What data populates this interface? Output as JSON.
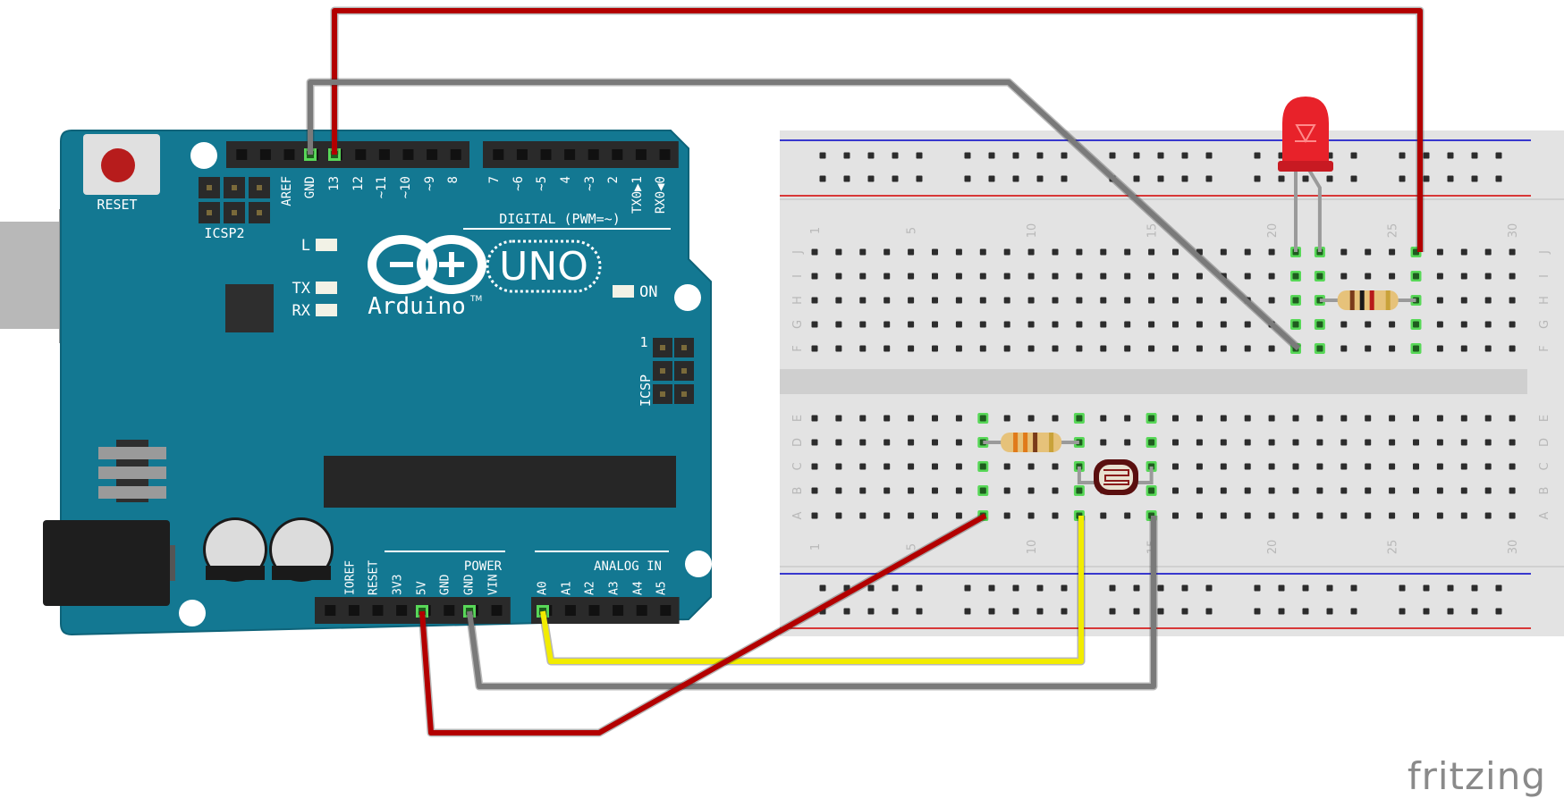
{
  "brand": {
    "logo_text": "fritzing"
  },
  "colors": {
    "board": "#137892",
    "board_edge": "#0e6379",
    "header": "#2a2a2a",
    "breadboard": "#e3e3e3",
    "rail_red": "#d40000",
    "rail_blue": "#0000c8",
    "wire_red": "#b30000",
    "wire_gray": "#7a7a7a",
    "wire_yellow": "#f2ec00",
    "led": "#e8222a",
    "hole_active": "#58d858"
  },
  "arduino": {
    "reset_label": "RESET",
    "icsp2_label": "ICSP2",
    "icsp_label": "ICSP",
    "icsp_pin1_label": "1",
    "model_label": "UNO",
    "brand_label": "Arduino",
    "trademark": "TM",
    "led_labels": {
      "l": "L",
      "tx": "TX",
      "rx": "RX",
      "on": "ON"
    },
    "digital_header_label": "DIGITAL (PWM=~)",
    "digital_pins": [
      "AREF",
      "GND",
      "13",
      "12",
      "~11",
      "~10",
      "~9",
      "8",
      "7",
      "~6",
      "~5",
      "4",
      "~3",
      "2",
      "TX0▶1",
      "RX0◀0"
    ],
    "power_header_label": "POWER",
    "power_pins": [
      "IOREF",
      "RESET",
      "3V3",
      "5V",
      "GND",
      "GND",
      "VIN"
    ],
    "analog_header_label": "ANALOG IN",
    "analog_pins": [
      "A0",
      "A1",
      "A2",
      "A3",
      "A4",
      "A5"
    ]
  },
  "breadboard": {
    "row_labels_top": [
      "J",
      "I",
      "H",
      "G",
      "F"
    ],
    "row_labels_bottom": [
      "E",
      "D",
      "C",
      "B",
      "A"
    ],
    "column_numbers": [
      "1",
      "5",
      "10",
      "15",
      "20",
      "25",
      "30"
    ]
  },
  "components": [
    {
      "name": "led",
      "color": "red"
    },
    {
      "name": "resistor-top",
      "bands": [
        "#7a3b1a",
        "#1a1a1a",
        "#b81a1a"
      ]
    },
    {
      "name": "resistor-bottom",
      "bands": [
        "#e07a1a",
        "#e07a1a",
        "#7a3b1a"
      ]
    },
    {
      "name": "photoresistor"
    }
  ]
}
